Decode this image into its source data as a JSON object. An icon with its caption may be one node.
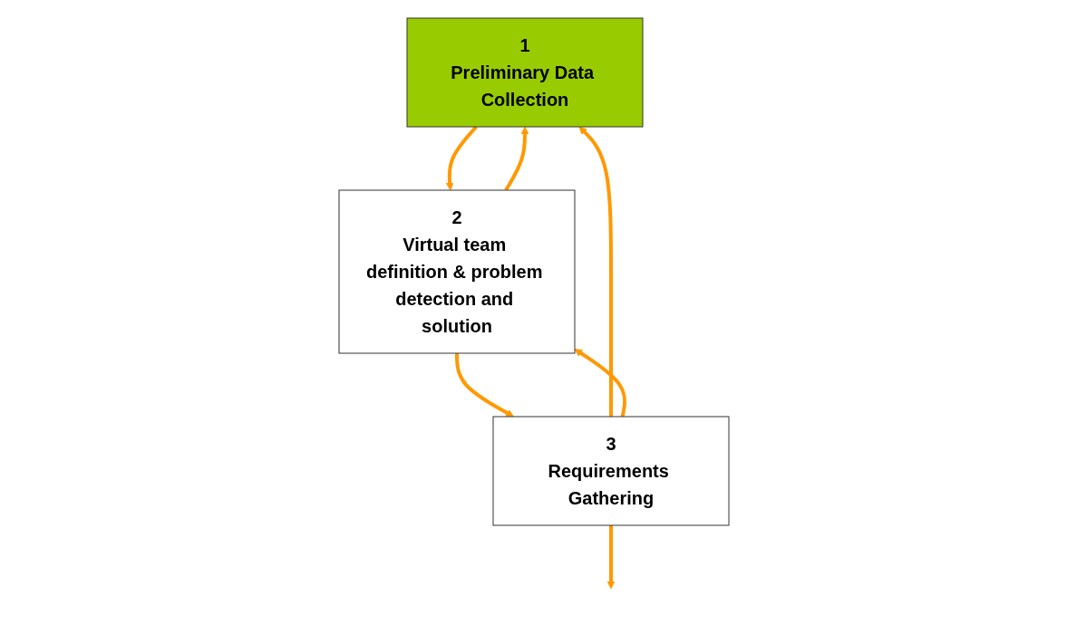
{
  "diagram": {
    "nodes": [
      {
        "text": [
          "1",
          "Preliminary Data Collection"
        ]
      },
      {
        "text": [
          "2",
          "Virtual team definition & problem detection and solution"
        ]
      },
      {
        "text": [
          "3",
          "Requirements Gathering"
        ]
      }
    ],
    "edges": [
      {
        "from": 0,
        "to": 1,
        "arrow": "to"
      },
      {
        "from": 1,
        "to": 2,
        "arrow": "to"
      },
      {
        "from": 2,
        "to": null,
        "arrow": "to"
      },
      {
        "from": 1,
        "to": 0,
        "arrow": "to"
      },
      {
        "from": 2,
        "to": 0,
        "arrow": "to"
      },
      {
        "from": 2,
        "to": 1,
        "arrow": "to"
      }
    ]
  }
}
